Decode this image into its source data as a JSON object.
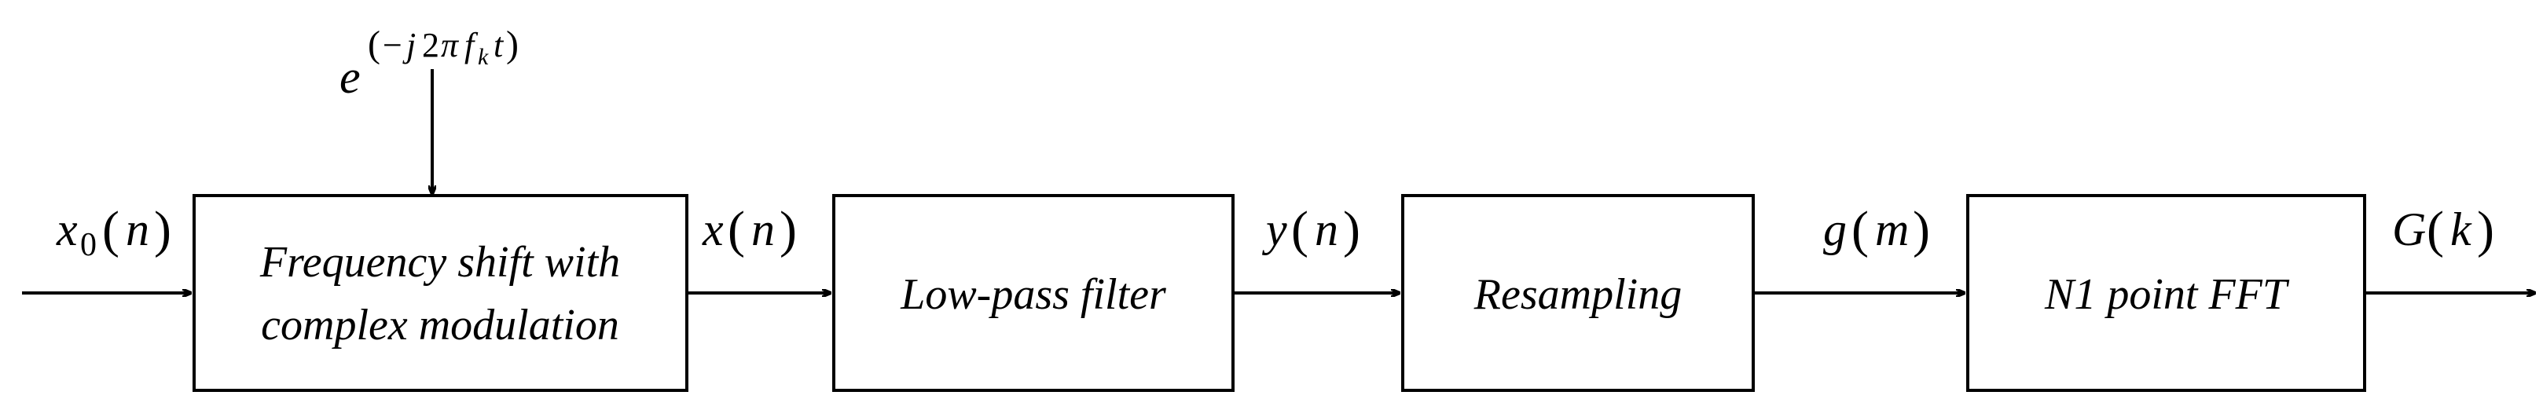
{
  "blocks": [
    {
      "line1": "Frequency shift with",
      "line2": "complex modulation"
    },
    {
      "line1": "Low-pass filter"
    },
    {
      "line1": "Resampling"
    },
    {
      "line1": "N1 point FFT"
    }
  ],
  "signals": {
    "input": {
      "var": "x",
      "sub": "0",
      "arg": "n"
    },
    "s1": {
      "var": "x",
      "arg": "n"
    },
    "s2": {
      "var": "y",
      "arg": "n"
    },
    "s3": {
      "var": "g",
      "arg": "m"
    },
    "output": {
      "var": "G",
      "arg": "k"
    }
  },
  "modulation": {
    "base": "e",
    "minus": "−",
    "j": "j",
    "two": "2",
    "pi": "π",
    "f": "f",
    "f_sub": "k",
    "t": "t"
  },
  "paren_open": "(",
  "paren_close": ")"
}
